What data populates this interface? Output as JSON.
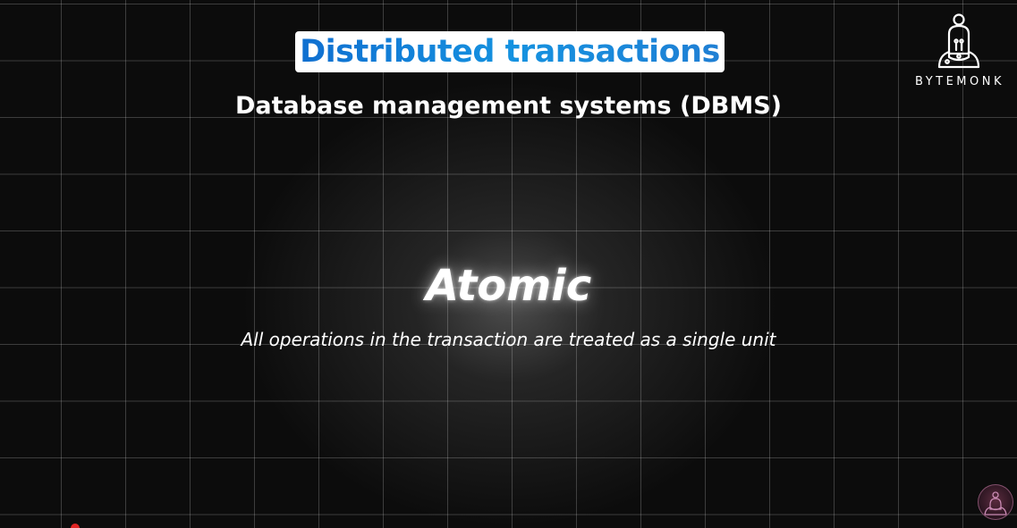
{
  "slide": {
    "title": "Distributed transactions",
    "subtitle": "Database management systems (DBMS)",
    "heading": "Atomic",
    "description": "All operations in the transaction are treated as a single unit"
  },
  "brand": {
    "name": "BYTEMONK",
    "logo_icon": "monk-icon",
    "avatar_icon": "monk-avatar-icon"
  },
  "colors": {
    "background": "#0c0c0c",
    "title_text": "#1a7fd6",
    "title_badge": "#ffffff",
    "text": "#ffffff",
    "indicator": "#e02424"
  }
}
